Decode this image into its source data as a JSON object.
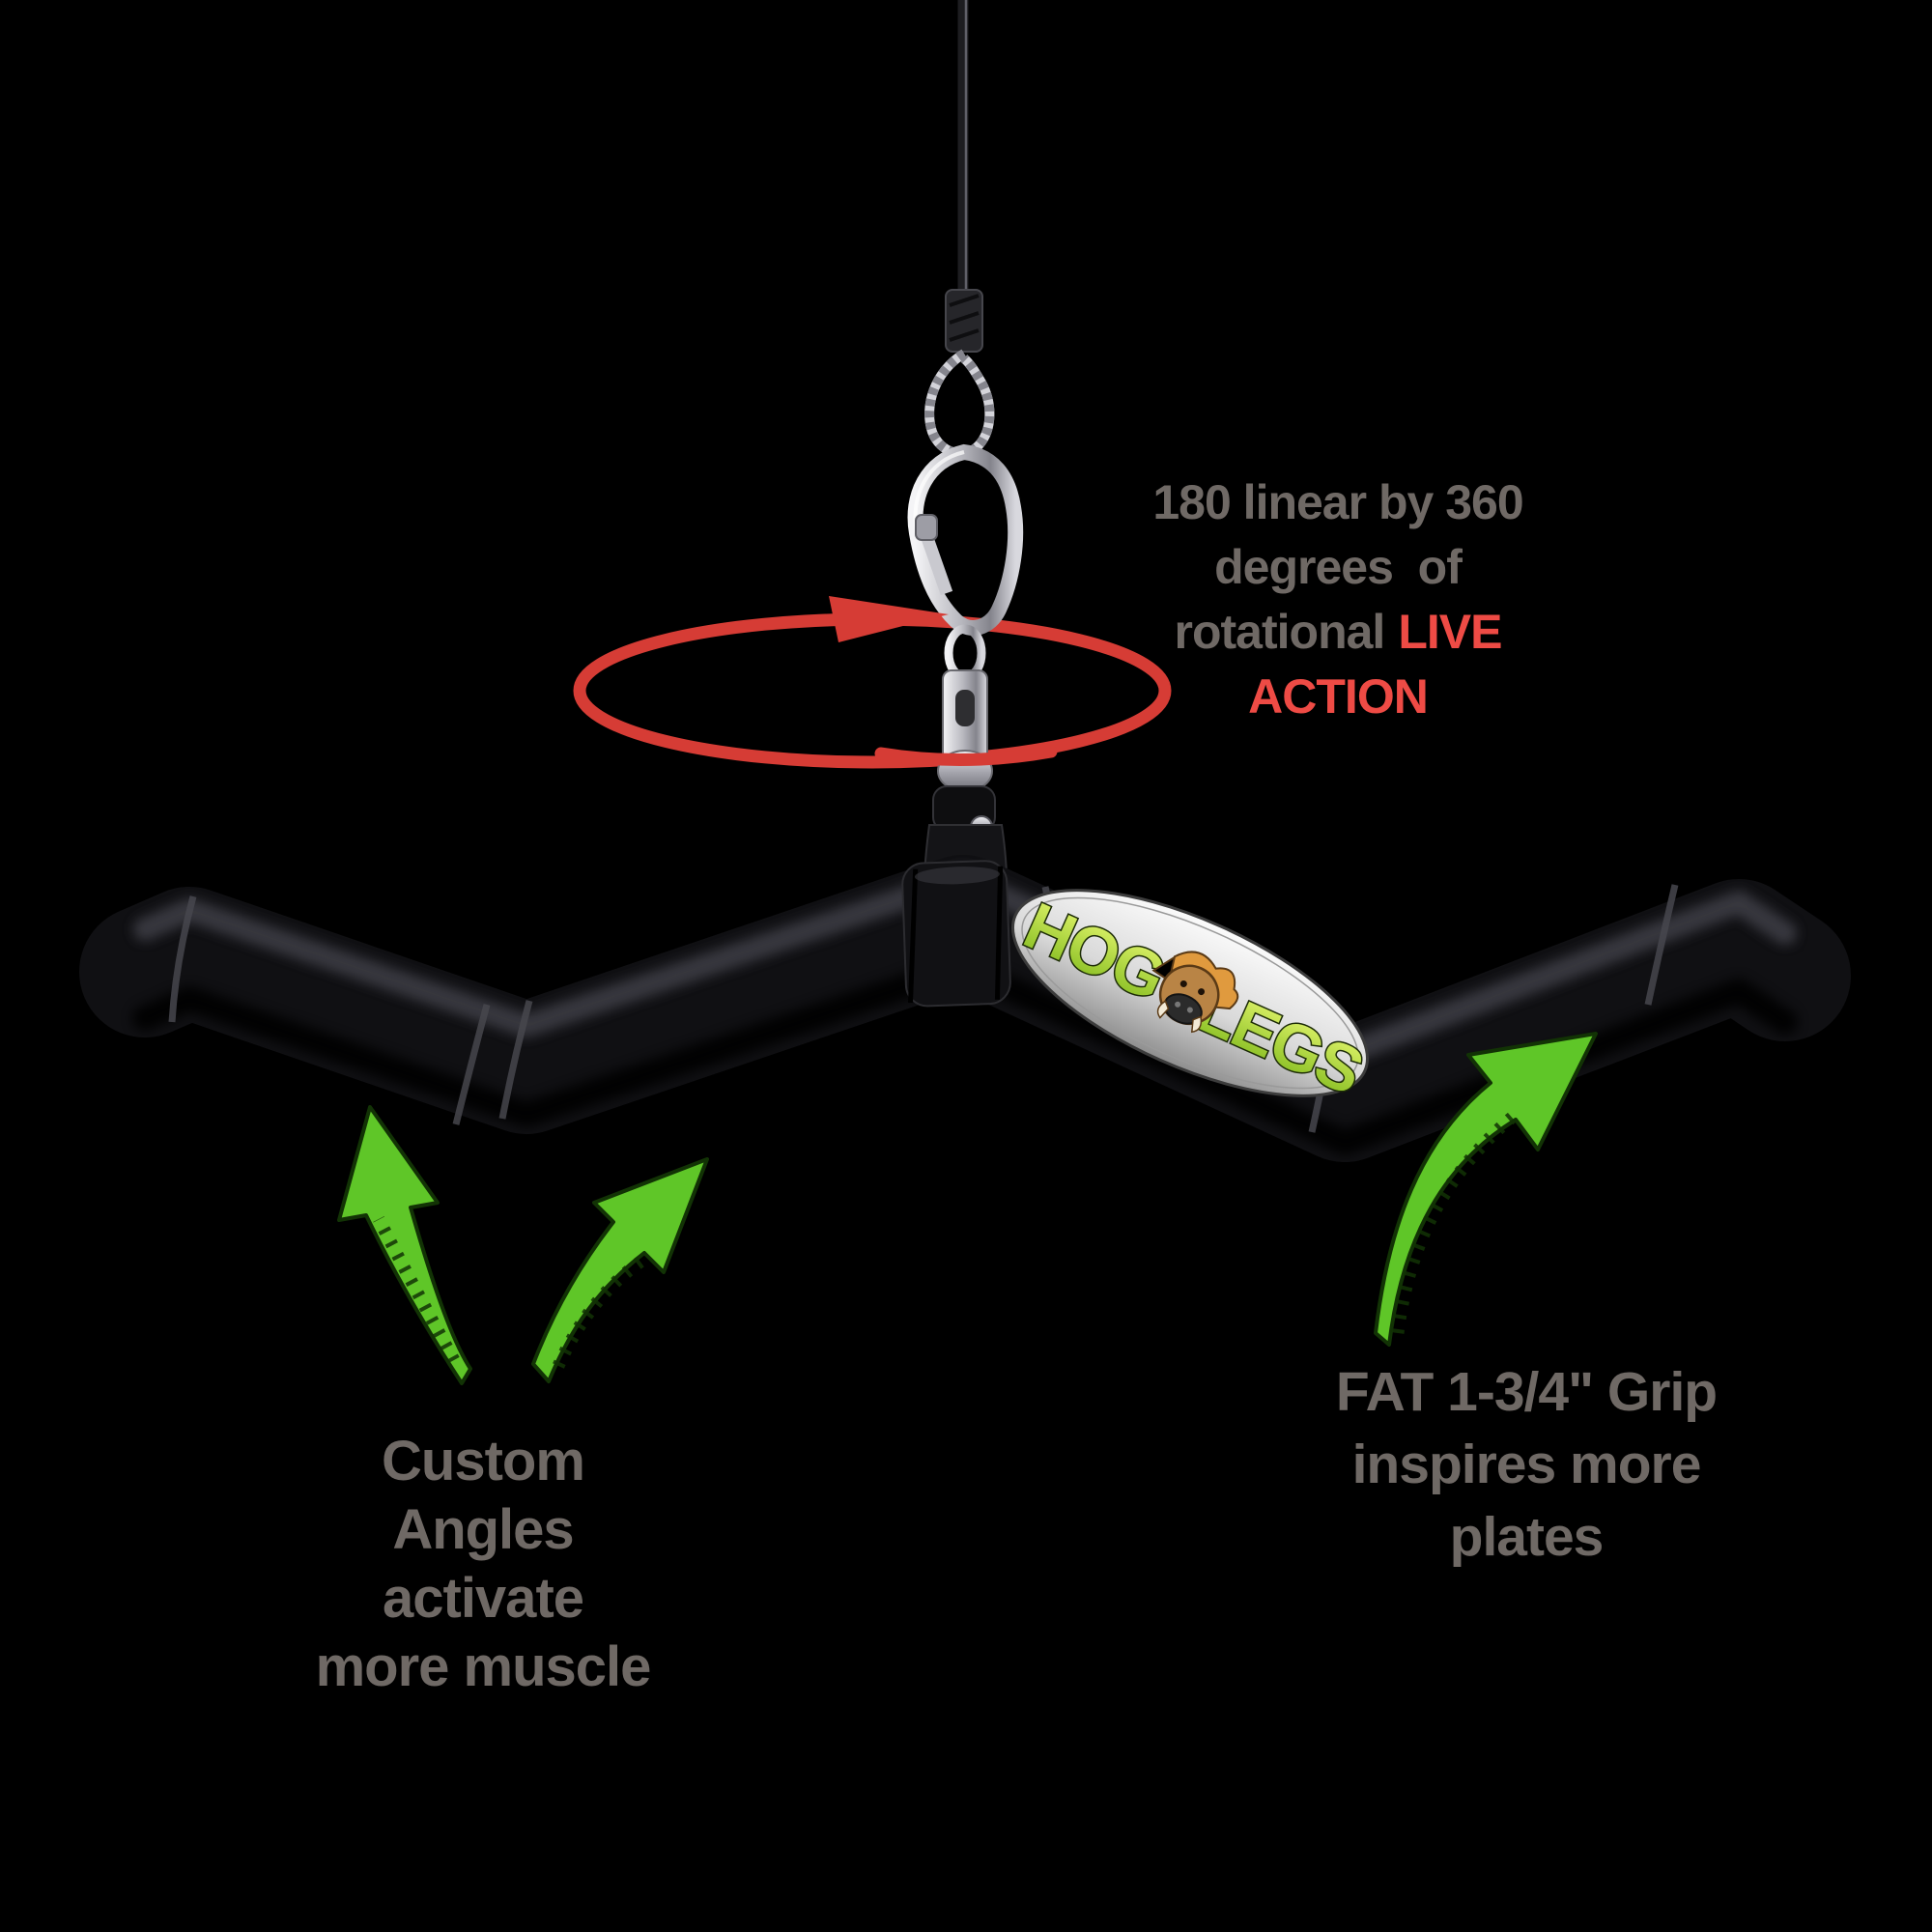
{
  "colors": {
    "background": "#000000",
    "annotation_gray": "#6f6965",
    "annotation_red": "#ee4b45",
    "arrow_red": "#d63c35",
    "arrow_green": "#5fc628",
    "arrow_green_dark": "#123305",
    "logo_green": "#b8e03c"
  },
  "annotations": {
    "rotation": {
      "line1": "180 linear by 360",
      "line2": "degrees  of",
      "line3_gray": "rotational",
      "line3_red": "LIVE",
      "line4": "ACTION"
    },
    "custom_angles": {
      "line1": "Custom",
      "line2": "Angles",
      "line3": "activate",
      "line4": "more muscle"
    },
    "fat_grip": {
      "line1": "FAT 1-3/4\" Grip",
      "line2": "inspires more",
      "line3": "plates"
    }
  },
  "logo": {
    "word_left": "HOG",
    "word_right": "LEGS"
  }
}
